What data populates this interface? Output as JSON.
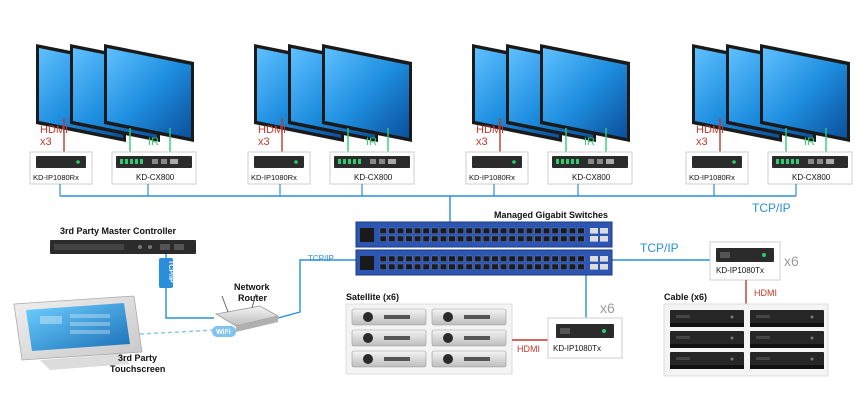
{
  "colors": {
    "hdmi": "#c0392b",
    "ir": "#2ecc71",
    "network": "#2a8fd8",
    "wifi": "#7fc4f0",
    "screen": "#1f8fe0",
    "device": "#2b2b2b",
    "switch": "#2d56b3"
  },
  "zones": [
    {
      "hdmi_label": "HDMI",
      "hdmi_count": "x3",
      "ir_label": "IR",
      "rx_label": "KD-IP1080Rx",
      "cx_label": "KD-CX800"
    },
    {
      "hdmi_label": "HDMI",
      "hdmi_count": "x3",
      "ir_label": "IR",
      "rx_label": "KD-IP1080Rx",
      "cx_label": "KD-CX800"
    },
    {
      "hdmi_label": "HDMI",
      "hdmi_count": "x3",
      "ir_label": "IR",
      "rx_label": "KD-IP1080Rx",
      "cx_label": "KD-CX800"
    },
    {
      "hdmi_label": "HDMI",
      "hdmi_count": "x3",
      "ir_label": "IR",
      "rx_label": "KD-IP1080Rx",
      "cx_label": "KD-CX800"
    }
  ],
  "network": {
    "tcpip_top": "TCP/IP",
    "tcpip_right": "TCP/IP",
    "tcpip_router": "TCP/IP",
    "tcpip_vertical": "TCP/IP",
    "switches_label": "Managed Gigabit Switches",
    "router_label_1": "Network",
    "router_label_2": "Router",
    "wifi_label": "WiFi"
  },
  "controller": {
    "master_label": "3rd Party Master Controller",
    "touch_label_1": "3rd Party",
    "touch_label_2": "Touchscreen"
  },
  "sources": {
    "satellite_label": "Satellite (x6)",
    "satellite_hdmi": "HDMI",
    "satellite_tx": "KD-IP1080Tx",
    "satellite_mult": "x6",
    "cable_label": "Cable (x6)",
    "cable_hdmi": "HDMI",
    "cable_tx": "KD-IP1080Tx",
    "cable_mult": "x6"
  }
}
